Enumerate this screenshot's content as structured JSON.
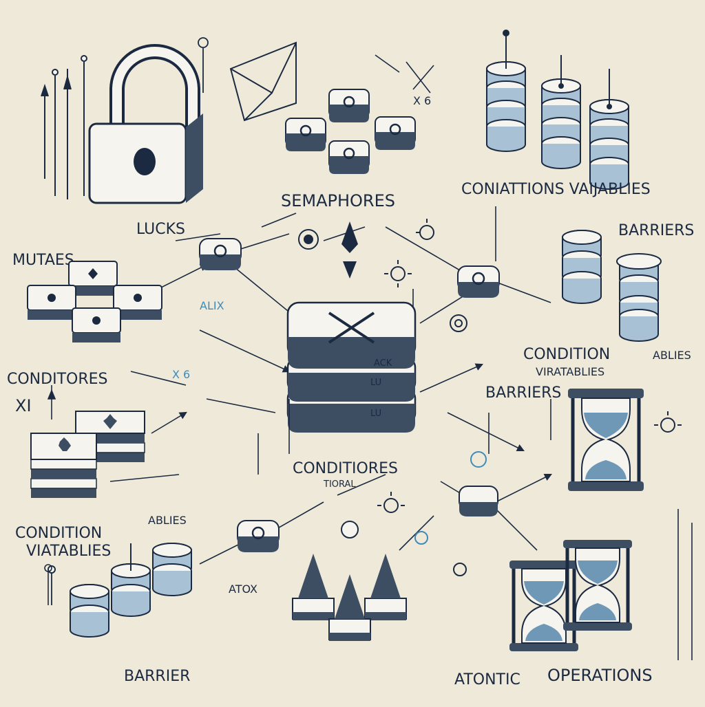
{
  "colors": {
    "background": "#efe9da",
    "ink": "#1b2a40",
    "steel": "#a9c1d4",
    "face": "#f6f4ee",
    "side": "#3d4e63",
    "accent": "#3f8bb8"
  },
  "labels": {
    "locks": "LUCKS",
    "semaphores": "SEMAPHORES",
    "condition_variables_top": "CONIATTIONS VAIJABLIES",
    "barriers_top": "BARRIERS",
    "mutexes": "MUTAES",
    "conditions_left": "CONDITORES",
    "xi_mark": "XI",
    "center_block_1": "ACK",
    "center_block_2": "LU",
    "center_block_3": "LU",
    "scribble": "ALIX",
    "scribble_2": "X  6",
    "condition_right": "CONDITION",
    "condition_right_sub": "VIRATABLIES",
    "ablies_right": "ABLIES",
    "barriers_mid": "BARRIERS",
    "conditiones_center": "CONDITIORES",
    "conditiones_center_sub": "TIORAL",
    "condition_left_low": "CONDITION",
    "condition_left_low_sub": "VIATABLIES",
    "ablies_left": "ABLIES",
    "atox": "ATOX",
    "barrier": "BARRIER",
    "atomic": "ATONTIC",
    "operations": "OPERATIONS",
    "top_scribble": "X  6"
  },
  "icons": [
    "padlock-icon",
    "envelope-icon",
    "hourglass-icon",
    "database-stack-icon",
    "key-cube-icon",
    "gear-icon",
    "diamond-arrow-icon",
    "pin-icon"
  ]
}
